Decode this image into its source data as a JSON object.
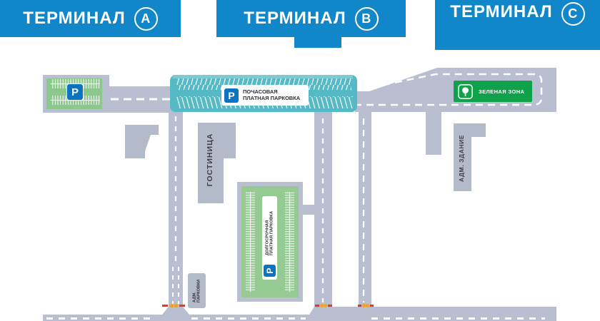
{
  "terminals": [
    {
      "label": "ТЕРМИНАЛ",
      "letter": "А"
    },
    {
      "label": "ТЕРМИНАЛ",
      "letter": "В"
    },
    {
      "label": "ТЕРМИНАЛ",
      "letter": "С"
    }
  ],
  "signs": {
    "p_sign": "P",
    "hourly_line1": "ПОЧАСОВАЯ",
    "hourly_line2": "ПЛАТНАЯ ПАРКОВКА",
    "longterm_line1": "ДОЛГОСРОЧНАЯ",
    "longterm_line2": "ПЛАТНАЯ ПАРКОВКА",
    "green_zone": "ЗЕЛЕНАЯ ЗОНА",
    "hotel": "ГОСТИНИЦА",
    "admin_building": "АДМ. ЗДАНИЕ",
    "parking_admin_line1": "АДМ.",
    "parking_admin_line2": "ПАРКОВКИ"
  },
  "colors": {
    "banner_blue": "#1186c8",
    "road_gray": "#b9bfd0",
    "building_gray": "#b3bac9",
    "parking_green": "#8cc88e",
    "longterm_green": "#95ca93",
    "hourly_teal": "#55bac5",
    "green_zone_green": "#0fa24b",
    "p_blue": "#0b74c2",
    "gate_red": "#e23a2e",
    "gate_orange": "#f6a01e",
    "text_dark": "#31353e"
  }
}
